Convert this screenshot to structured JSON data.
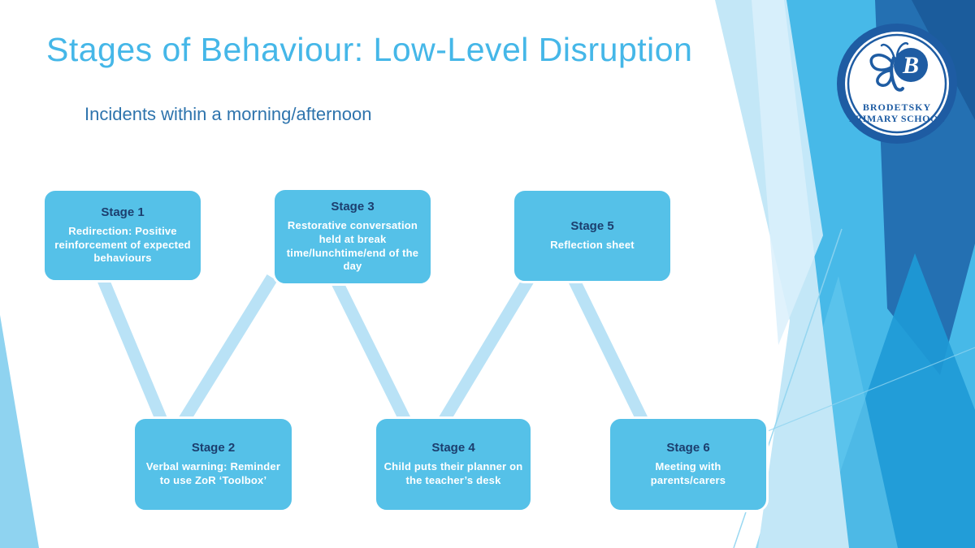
{
  "slide": {
    "title": "Stages of Behaviour: Low-Level Disruption",
    "subtitle": "Incidents within a morning/afternoon"
  },
  "logo": {
    "school_name_line1": "BRODETSKY",
    "school_name_line2": "PRIMARY SCHOOL",
    "monogram": "B"
  },
  "stages": [
    {
      "title": "Stage 1",
      "description": "Redirection: Positive reinforcement of expected behaviours"
    },
    {
      "title": "Stage 2",
      "description": "Verbal warning: Reminder to use ZoR ‘Toolbox’"
    },
    {
      "title": "Stage 3",
      "description": "Restorative conversation held at break time/lunchtime/end of the day"
    },
    {
      "title": "Stage 4",
      "description": "Child puts their planner on the teacher’s desk"
    },
    {
      "title": "Stage 5",
      "description": "Reflection sheet"
    },
    {
      "title": "Stage 6",
      "description": "Meeting with parents/carers"
    }
  ],
  "colors": {
    "title_text": "#45b7e8",
    "subtitle_text": "#2e74ad",
    "box_fill": "#55c1e8",
    "stage_heading": "#1c3e6e",
    "stage_body": "#ffffff",
    "connector": "#b9e2f6",
    "logo_blue": "#1e5ca3",
    "bg_medium_blue": "#47b9e8",
    "bg_dark_blue": "#2470b2"
  }
}
